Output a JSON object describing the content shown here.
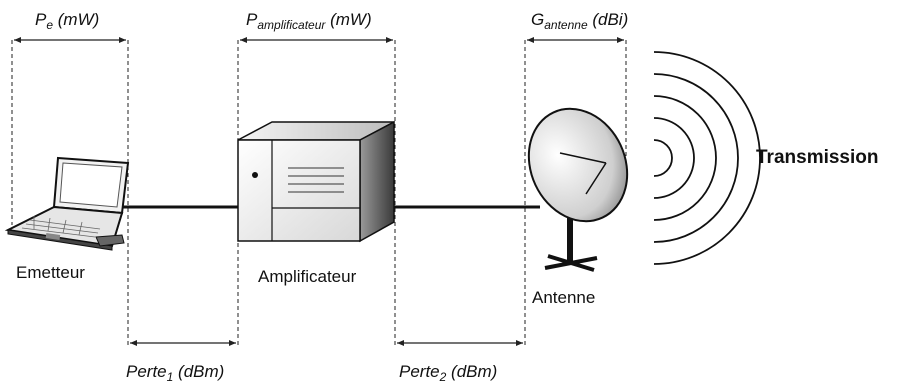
{
  "top_labels": {
    "pe": {
      "main": "P",
      "sub": "e",
      "unit": " (mW)"
    },
    "pamp": {
      "main": "P",
      "sub": "amplificateur",
      "unit": " (mW)"
    },
    "gant": {
      "main": "G",
      "sub": "antenne",
      "unit": " (dBi)"
    }
  },
  "bottom_labels": {
    "perte1": {
      "main": "Perte",
      "sub": "1",
      "unit": " (dBm)"
    },
    "perte2": {
      "main": "Perte",
      "sub": "2",
      "unit": " (dBm)"
    }
  },
  "devices": {
    "emetteur": "Emetteur",
    "amplificateur": "Amplificateur",
    "antenne": "Antenne"
  },
  "transmission": "Transmission",
  "icons": [
    "laptop-icon",
    "amplifier-box-icon",
    "satellite-dish-icon",
    "signal-waves-icon"
  ]
}
